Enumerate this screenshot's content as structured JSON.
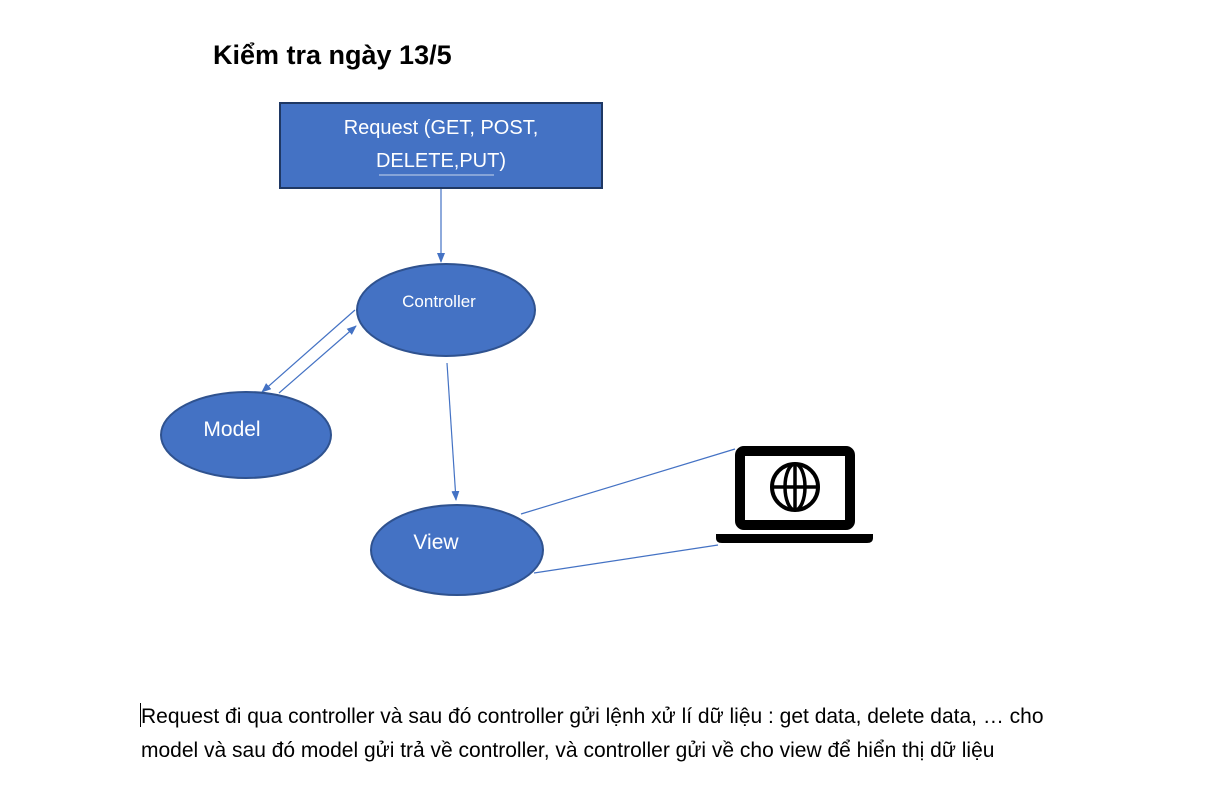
{
  "document": {
    "title": "Kiểm tra ngày 13/5",
    "description": "Request đi qua controller và sau đó controller gửi lệnh xử lí dữ liệu : get data, delete data, … cho model và sau đó model gửi trả về controller, và controller gửi về cho view để hiển thị dữ liệu"
  },
  "diagram": {
    "request_box": {
      "line1": "Request (GET, POST,",
      "line2": "DELETE,PUT)"
    },
    "nodes": {
      "controller": "Controller",
      "model": "Model",
      "view": "View"
    },
    "client_icon": "laptop-globe-icon",
    "colors": {
      "node_fill": "#4472c4",
      "node_stroke": "#2f528f",
      "box_stroke": "#1f3864",
      "arrow": "#4472c4",
      "text": "#ffffff"
    }
  }
}
